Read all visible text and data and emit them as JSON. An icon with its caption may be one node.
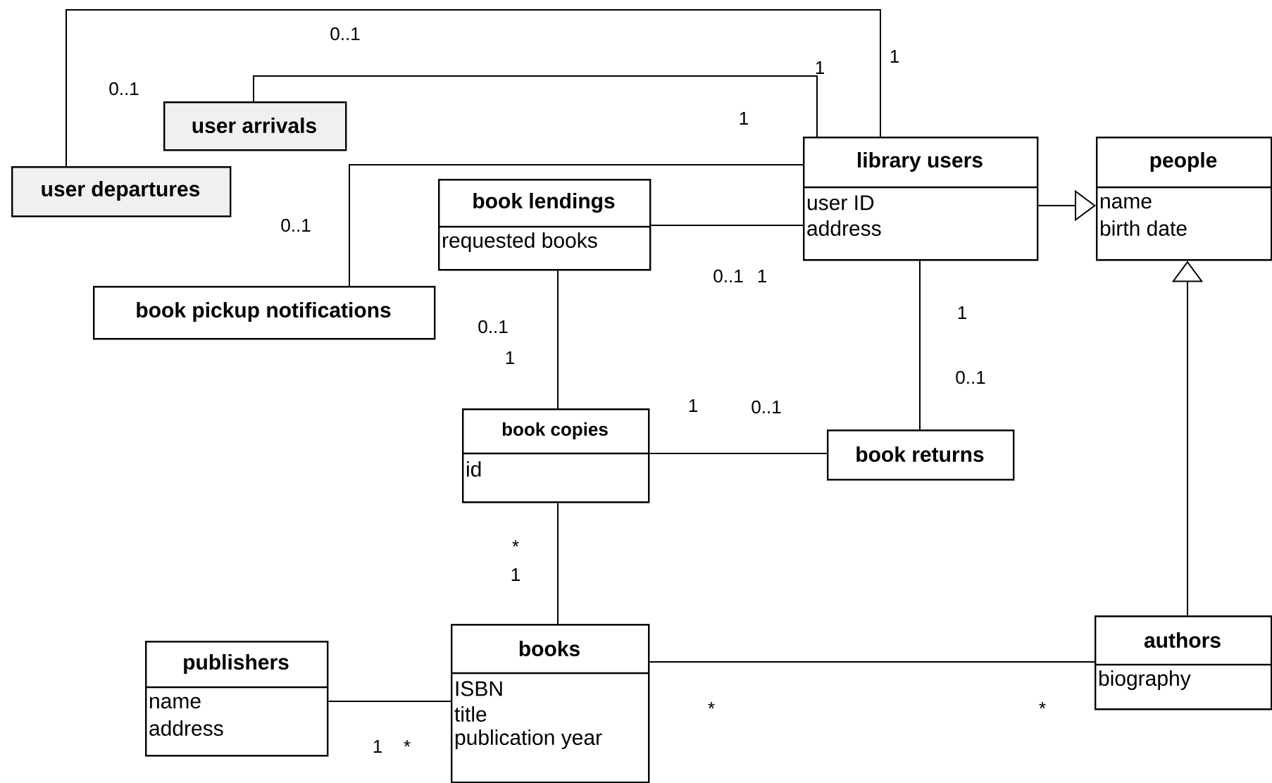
{
  "diagram": {
    "nodes": [
      {
        "text": [
          "user arrivals"
        ]
      },
      {
        "text": [
          "user departures"
        ]
      },
      {
        "text": [
          "library users",
          "user ID",
          "address"
        ]
      },
      {
        "text": [
          "people",
          "name",
          "birth date"
        ]
      },
      {
        "text": [
          "book lendings",
          "requested books"
        ]
      },
      {
        "text": [
          "book pickup notifications"
        ]
      },
      {
        "text": [
          "book copies",
          "id"
        ]
      },
      {
        "text": [
          "book returns"
        ]
      },
      {
        "text": [
          "publishers",
          "name",
          "address"
        ]
      },
      {
        "text": [
          "books",
          "ISBN",
          "title",
          "publication year"
        ]
      },
      {
        "text": [
          "authors",
          "biography"
        ]
      }
    ],
    "edges": [
      {
        "from": 1,
        "to": 2,
        "arrow": "none"
      },
      {
        "from": 0,
        "to": 2,
        "arrow": "none"
      },
      {
        "from": 5,
        "to": 2,
        "arrow": "none"
      },
      {
        "from": 4,
        "to": 2,
        "arrow": "none"
      },
      {
        "from": 2,
        "to": 3,
        "arrow": "to"
      },
      {
        "from": 4,
        "to": 6,
        "arrow": "none"
      },
      {
        "from": 6,
        "to": 7,
        "arrow": "none"
      },
      {
        "from": 2,
        "to": 7,
        "arrow": "none"
      },
      {
        "from": 6,
        "to": 9,
        "arrow": "none"
      },
      {
        "from": 8,
        "to": 9,
        "arrow": "none"
      },
      {
        "from": 9,
        "to": 10,
        "arrow": "none"
      },
      {
        "from": 10,
        "to": 3,
        "arrow": "to"
      }
    ],
    "labels": [
      "0..1",
      "1",
      "1",
      "0..1",
      "1",
      "0..1",
      "0..1",
      "1",
      "1",
      "0..1",
      "1",
      "0..1",
      "1",
      "0..1",
      "*",
      "1",
      "*",
      "*",
      "1",
      "*"
    ]
  }
}
